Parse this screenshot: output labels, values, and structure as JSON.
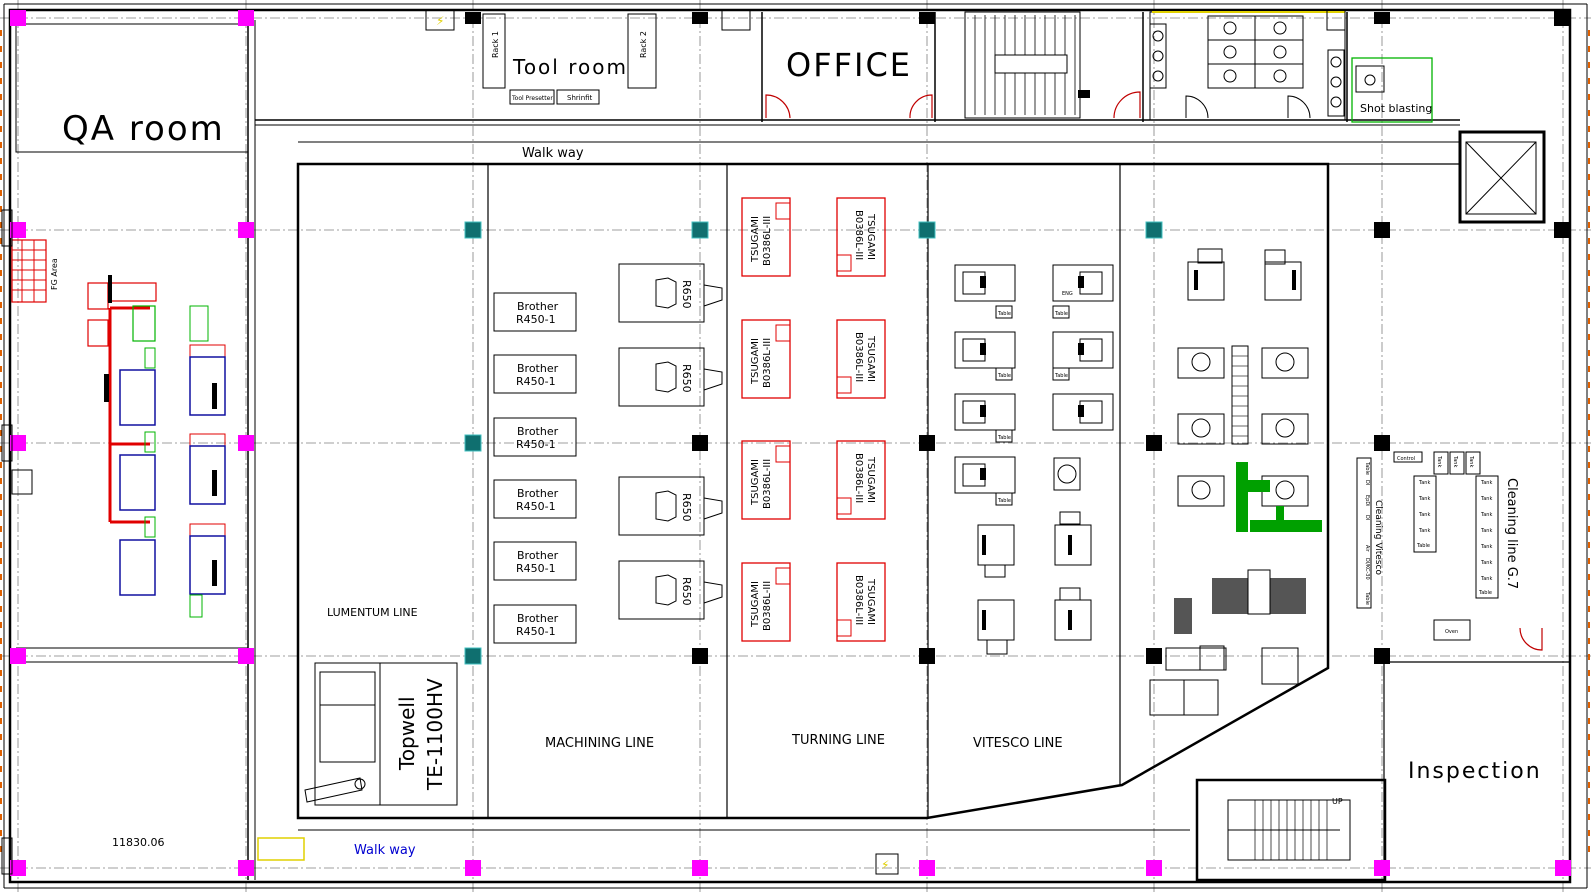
{
  "rooms": {
    "qa": "QA room",
    "tool": "Tool room",
    "office": "OFFICE",
    "shot": "Shot blasting",
    "inspection": "Inspection",
    "fg": "FG Area"
  },
  "small": {
    "rack1": "Rack 1",
    "rack2": "Rack 2",
    "tool_presetter": "Tool Presetter",
    "shrinkfit": "Shrinfit",
    "up": "UP",
    "eng": "ENG",
    "oven": "Oven",
    "control": "Control",
    "dimension": "11830.06"
  },
  "walkways": {
    "top": "Walk way",
    "bottom": "Walk way"
  },
  "lines": {
    "lumentum": "LUMENTUM LINE",
    "machining": "MACHINING LINE",
    "turning": "TURNING LINE",
    "vitesco": "VITESCO LINE",
    "cleaning": "Cleaning line G.7",
    "cleaning_vitesco": "Cleaning Vitesco"
  },
  "machines": {
    "brother": {
      "line1": "Brother",
      "line2": "R450-1"
    },
    "r650": "R650",
    "tsugami": {
      "line1": "TSUGAMI",
      "line2": "B0386L-III"
    },
    "topwell": {
      "line1": "Topwell",
      "line2": "TE-1100HV"
    }
  },
  "table": "Table",
  "tank": "Tank",
  "vitesco_small": [
    "Table",
    "DI",
    "EpDi",
    "DI",
    "Air",
    "DI/KC-30",
    "Table"
  ],
  "colors": {
    "column_magenta": "#ff00ff",
    "column_black": "#000000",
    "column_teal": "#0f6f6f",
    "red_machine": "#e00000",
    "blue_machine": "#1010a0",
    "green": "#00b400",
    "walkway_blue": "#0000d0",
    "yellow": "#e0d000"
  }
}
